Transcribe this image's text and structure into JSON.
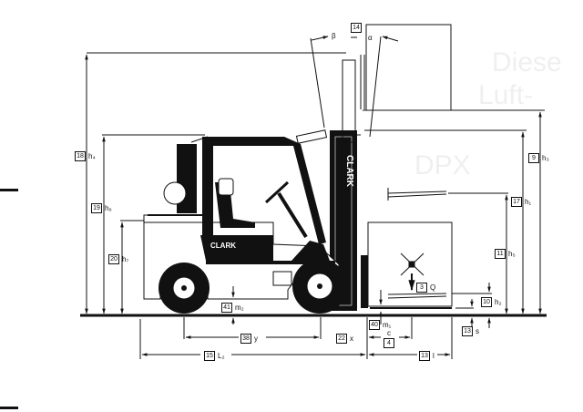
{
  "diagram": {
    "title": "Forklift dimension drawing (side view)",
    "brand": "CLARK",
    "colors": {
      "ink": "#111111",
      "paper": "#ffffff"
    },
    "ghost_text": [
      "Diese",
      "Luft-",
      "DPX"
    ],
    "mast_labels": {
      "tilt_back": "β",
      "tilt_forward": "α",
      "tilt_ref": "14"
    },
    "dimensions": {
      "h4": {
        "ref": "18",
        "symbol": "h₄"
      },
      "h6": {
        "ref": "19",
        "symbol": "h₆"
      },
      "h7": {
        "ref": "20",
        "symbol": "h₇"
      },
      "h3": {
        "ref": "9",
        "symbol": "h₃"
      },
      "h1": {
        "ref": "17",
        "symbol": "h₁"
      },
      "h5": {
        "ref": "11",
        "symbol": "h₅"
      },
      "Q": {
        "ref": "3",
        "symbol": "Q"
      },
      "h2": {
        "ref": "10",
        "symbol": "h₂"
      },
      "s": {
        "ref": "13",
        "symbol": "s"
      },
      "m2": {
        "ref": "41",
        "symbol": "m₂"
      },
      "m1": {
        "ref": "40",
        "symbol": "m₁"
      },
      "y": {
        "ref": "38",
        "symbol": "y"
      },
      "x": {
        "ref": "22",
        "symbol": "x"
      },
      "c": {
        "ref": "4",
        "symbol": "c"
      },
      "L2": {
        "ref": "15",
        "symbol": "L₂"
      },
      "l": {
        "ref": "13",
        "symbol": "l"
      }
    }
  }
}
